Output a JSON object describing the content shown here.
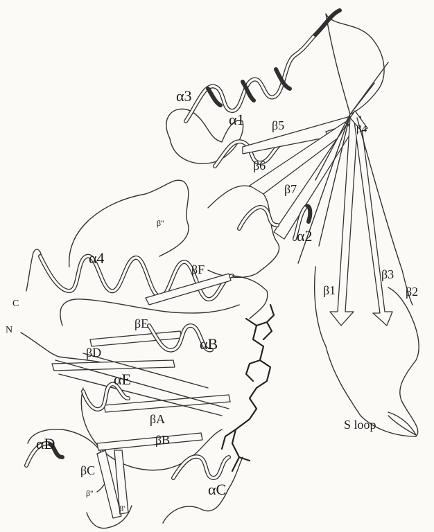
{
  "figure": {
    "labels": {
      "alpha3": "α3",
      "alpha1": "α1",
      "beta5": "β5",
      "beta4": "β4",
      "beta6": "β6",
      "beta7": "β7",
      "alpha2": "α2",
      "beta_dblprime_top": "β''",
      "alpha4": "α4",
      "betaF": "βF",
      "beta3": "β3",
      "beta1": "β1",
      "beta2": "β2",
      "c_terminus": "C",
      "n_terminus": "N",
      "betaE": "βE",
      "alphaB": "αB",
      "betaD": "βD",
      "alphaE": "αE",
      "betaA": "βA",
      "s_loop": "S loop",
      "alphaD": "αD",
      "betaB": "βB",
      "betaC": "βC",
      "alphaC": "αC",
      "beta_dblprime_bottom": "β''",
      "beta_prime": "β'"
    }
  }
}
